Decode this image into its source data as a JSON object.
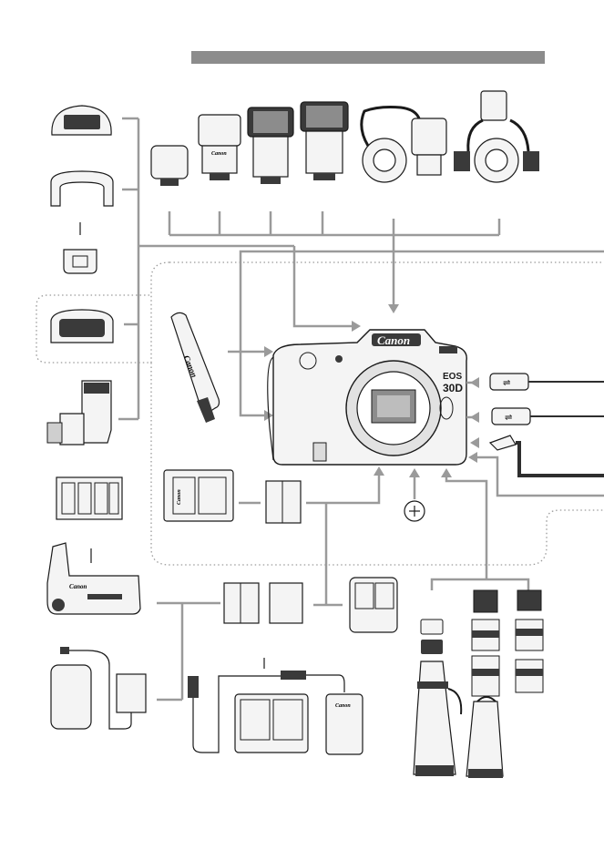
{
  "colors": {
    "line": "#9a9a9a",
    "header_bar": "#8c8c8c",
    "ink": "#1a1a1a",
    "dark_cable": "#2e2e2e",
    "panel_border": "#9a9a9a",
    "product_fill": "#f4f4f4",
    "product_dark": "#3a3a3a"
  },
  "brand_text": "Canon",
  "camera_model": "EOS 30D",
  "camera_model_line1": "EOS",
  "camera_model_line2": "30D",
  "icons": {
    "eyecup_1": "eyecup-icon",
    "eyecup_2": "eyecup-frame-icon",
    "eyepiece_adapter": "eyepiece-adapter-icon",
    "eyecup_selected": "eyecup-icon",
    "angle_finder": "angle-finder-icon",
    "battery_magazine": "battery-magazine-icon",
    "battery_grip": "battery-grip-icon",
    "ac_adapter": "ac-adapter-icon",
    "usb_plug": "usb-plug-icon",
    "remote_plug": "remote-plug-icon",
    "plus_terminal": "plus-terminal-icon"
  }
}
